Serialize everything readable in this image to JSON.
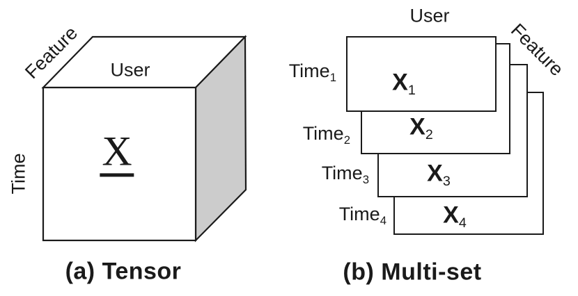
{
  "figure": {
    "colors": {
      "line": "#1a1a1a",
      "cube_side_fill": "#cccccc",
      "background": "#ffffff"
    },
    "panel_a": {
      "caption": "(a) Tensor",
      "axis_top": "User",
      "axis_depth": "Feature",
      "axis_left": "Time",
      "symbol": "X"
    },
    "panel_b": {
      "caption": "(b) Multi-set",
      "axis_top": "User",
      "axis_depth": "Feature",
      "layers": [
        {
          "time_base": "Time",
          "time_sub": "1",
          "x_base": "X",
          "x_sub": "1"
        },
        {
          "time_base": "Time",
          "time_sub": "2",
          "x_base": "X",
          "x_sub": "2"
        },
        {
          "time_base": "Time",
          "time_sub": "3",
          "x_base": "X",
          "x_sub": "3"
        },
        {
          "time_base": "Time",
          "time_sub": "4",
          "x_base": "X",
          "x_sub": "4"
        }
      ]
    }
  }
}
